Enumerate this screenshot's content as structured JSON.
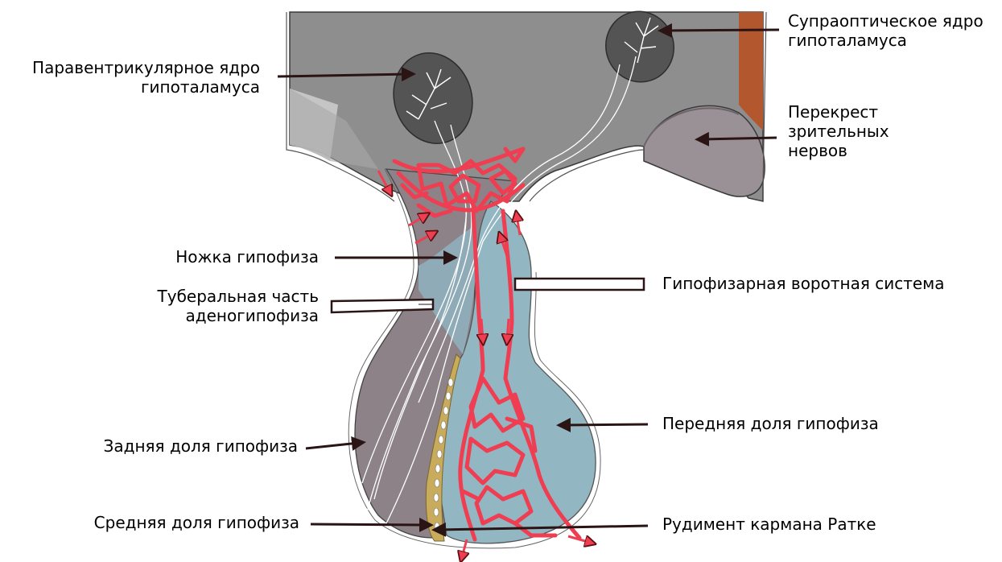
{
  "labels": {
    "supraoptic": [
      "Супраоптическое ядро",
      "гипоталамуса"
    ],
    "paraventricular": [
      "Паравентрикулярное ядро",
      "гипоталамуса"
    ],
    "chiasm": [
      "Перекрест",
      "зрительных",
      "нервов"
    ],
    "stalk": "Ножка гипофиза",
    "portal": "Гипофизарная воротная система",
    "tuberal": [
      "Туберальная часть",
      "аденогипофиза"
    ],
    "anterior": "Передняя доля гипофиза",
    "posterior": "Задняя доля гипофиза",
    "rathke": "Рудимент кармана Ратке",
    "intermediate": "Средняя доля гипофиза"
  },
  "colors": {
    "hypothalamus": "#8e8e8e",
    "nucleus": "#545454",
    "posterior_lobe": "#8c8287",
    "anterior_lobe": "#92b6c2",
    "vessels": "#ef3e52",
    "intermediate_lobe": "#c9ab5c",
    "optic_tract": "#b3572f",
    "pointer": "#2b1414"
  },
  "icons": [
    "pointer-arrow",
    "blood-flow-arrow"
  ]
}
